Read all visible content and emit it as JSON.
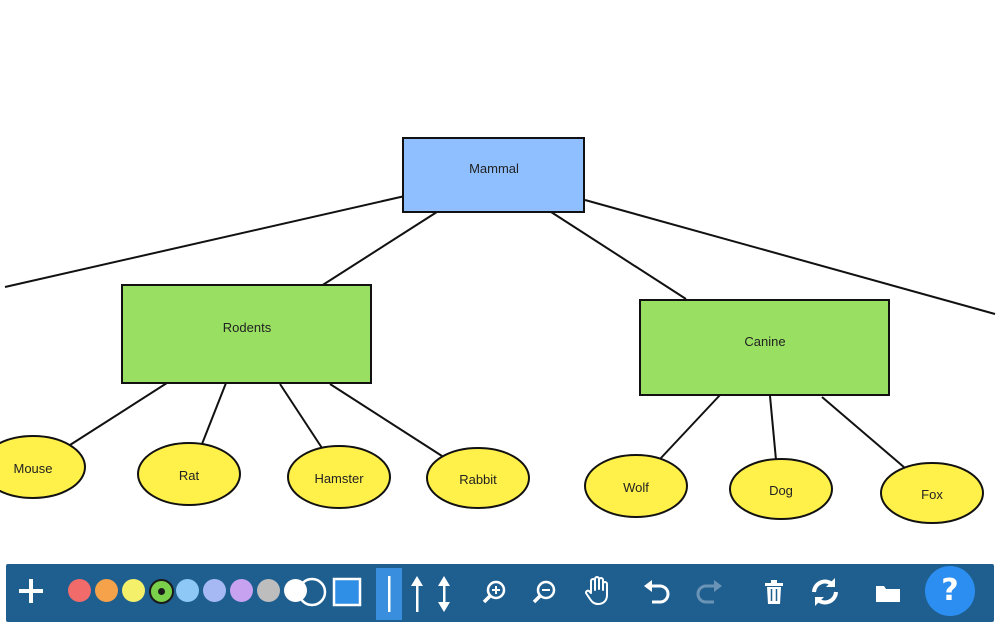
{
  "diagram": {
    "root": {
      "label": "Mammal",
      "color": "#8fbfff"
    },
    "groups": [
      {
        "label": "Rodents",
        "color": "#99e062"
      },
      {
        "label": "Canine",
        "color": "#99e062"
      }
    ],
    "leaves": {
      "rodents": [
        "Mouse",
        "Rat",
        "Hamster",
        "Rabbit"
      ],
      "canine": [
        "Wolf",
        "Dog",
        "Fox"
      ],
      "color": "#fff04a"
    }
  },
  "toolbar": {
    "background": "#1f5f8f",
    "colors": [
      "#f26b6b",
      "#f5a24a",
      "#f3d234",
      "#f4f06a",
      "#7ad04a",
      "#8ec8f6",
      "#a6b9f5",
      "#c6a2f0",
      "#bdbdbd",
      "#ffffff"
    ],
    "selected_color": "#7ad04a",
    "icons": [
      "add-icon",
      "circle-shape-icon",
      "square-shape-icon",
      "line-tool-icon",
      "arrow-tool-icon",
      "double-arrow-tool-icon",
      "zoom-in-icon",
      "zoom-out-icon",
      "hand-pan-icon",
      "undo-icon",
      "redo-icon",
      "trash-icon",
      "refresh-icon",
      "folder-icon",
      "help-icon"
    ],
    "help_label": "?"
  }
}
